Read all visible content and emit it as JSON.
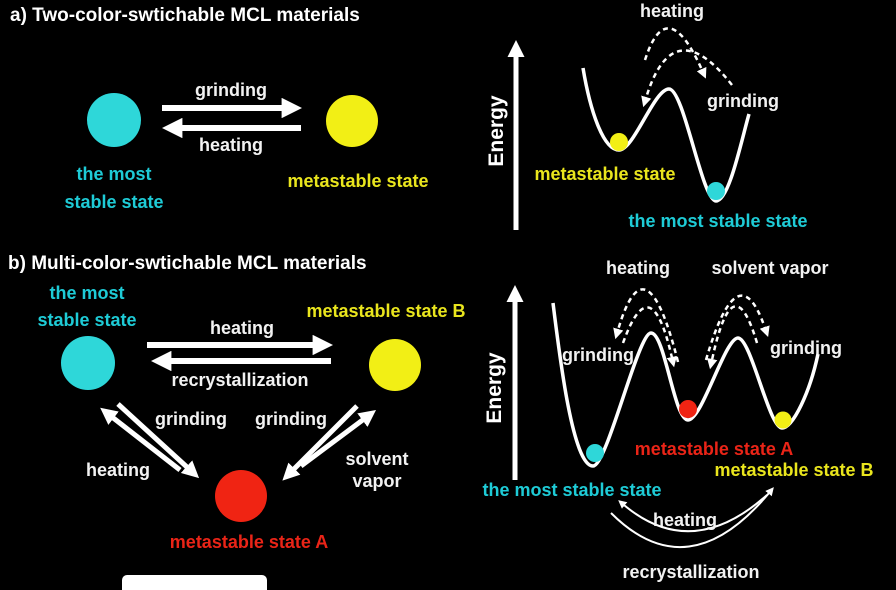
{
  "figure": {
    "background": "#000000",
    "colors": {
      "most_stable_cyan": "#2ed7d9",
      "metastable_yellow": "#f2ef15",
      "metastable_red": "#f02413",
      "cyan_text": "#1ecbd6",
      "yellow_text": "#e9e51d",
      "red_text": "#ea2417",
      "line_white": "#ffffff"
    }
  },
  "panel_a": {
    "title": "a) Two-color-swtichable MCL materials",
    "scheme": {
      "grinding": "grinding",
      "heating": "heating",
      "most_stable_line1": "the most",
      "most_stable_line2": "stable state",
      "metastable": "metastable state"
    },
    "energy": {
      "axis": "Energy",
      "heating": "heating",
      "grinding": "grinding",
      "metastable": "metastable state",
      "most_stable": "the most stable state"
    }
  },
  "panel_b": {
    "title": "b) Multi-color-swtichable MCL materials",
    "scheme": {
      "most_stable_line1": "the most",
      "most_stable_line2": "stable state",
      "metastable_b": "metastable state B",
      "heating_top": "heating",
      "recrystallization": "recrystallization",
      "grinding_left": "grinding",
      "grinding_right": "grinding",
      "heating_diagonal": "heating",
      "solvent_line1": "solvent",
      "solvent_line2": "vapor",
      "metastable_a": "metastable state A"
    },
    "energy": {
      "axis": "Energy",
      "heating_top": "heating",
      "solvent_vapor": "solvent vapor",
      "grinding_left": "grinding",
      "grinding_right": "grinding",
      "metastable_a": "metastable state A",
      "metastable_b": "metastable state B",
      "most_stable": "the most stable state",
      "heating_bottom": "heating",
      "recrystallization": "recrystallization"
    }
  }
}
